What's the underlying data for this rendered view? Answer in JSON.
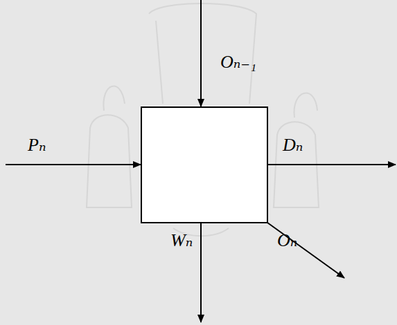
{
  "diagram": {
    "labels": [
      "Oₙ₋₁",
      "Pₙ",
      "Dₙ",
      "Wₙ",
      "Oₙ"
    ]
  }
}
